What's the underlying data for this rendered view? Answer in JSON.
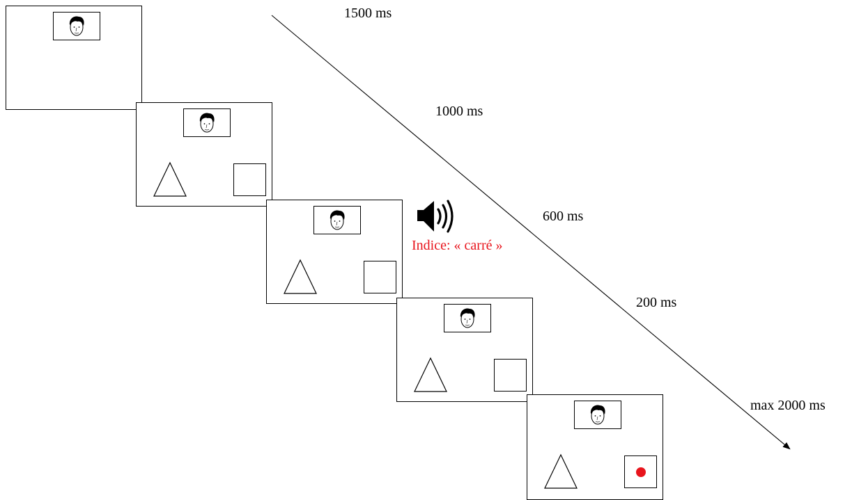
{
  "timings": [
    "1500 ms",
    "1000 ms",
    "600 ms",
    "200 ms",
    "max 2000 ms"
  ],
  "cue_text": "Indice: « carré »",
  "colors": {
    "cue": "#e8141c",
    "target_dot": "#e8141c",
    "stroke": "#000000"
  },
  "icons": {
    "face": "face-icon",
    "sound": "speaker-sound-icon"
  },
  "frames": [
    {
      "has_shapes": false,
      "target_dot": false
    },
    {
      "has_shapes": true,
      "target_dot": false
    },
    {
      "has_shapes": true,
      "target_dot": false,
      "audio_cue": true
    },
    {
      "has_shapes": true,
      "target_dot": false
    },
    {
      "has_shapes": true,
      "target_dot": true
    }
  ]
}
